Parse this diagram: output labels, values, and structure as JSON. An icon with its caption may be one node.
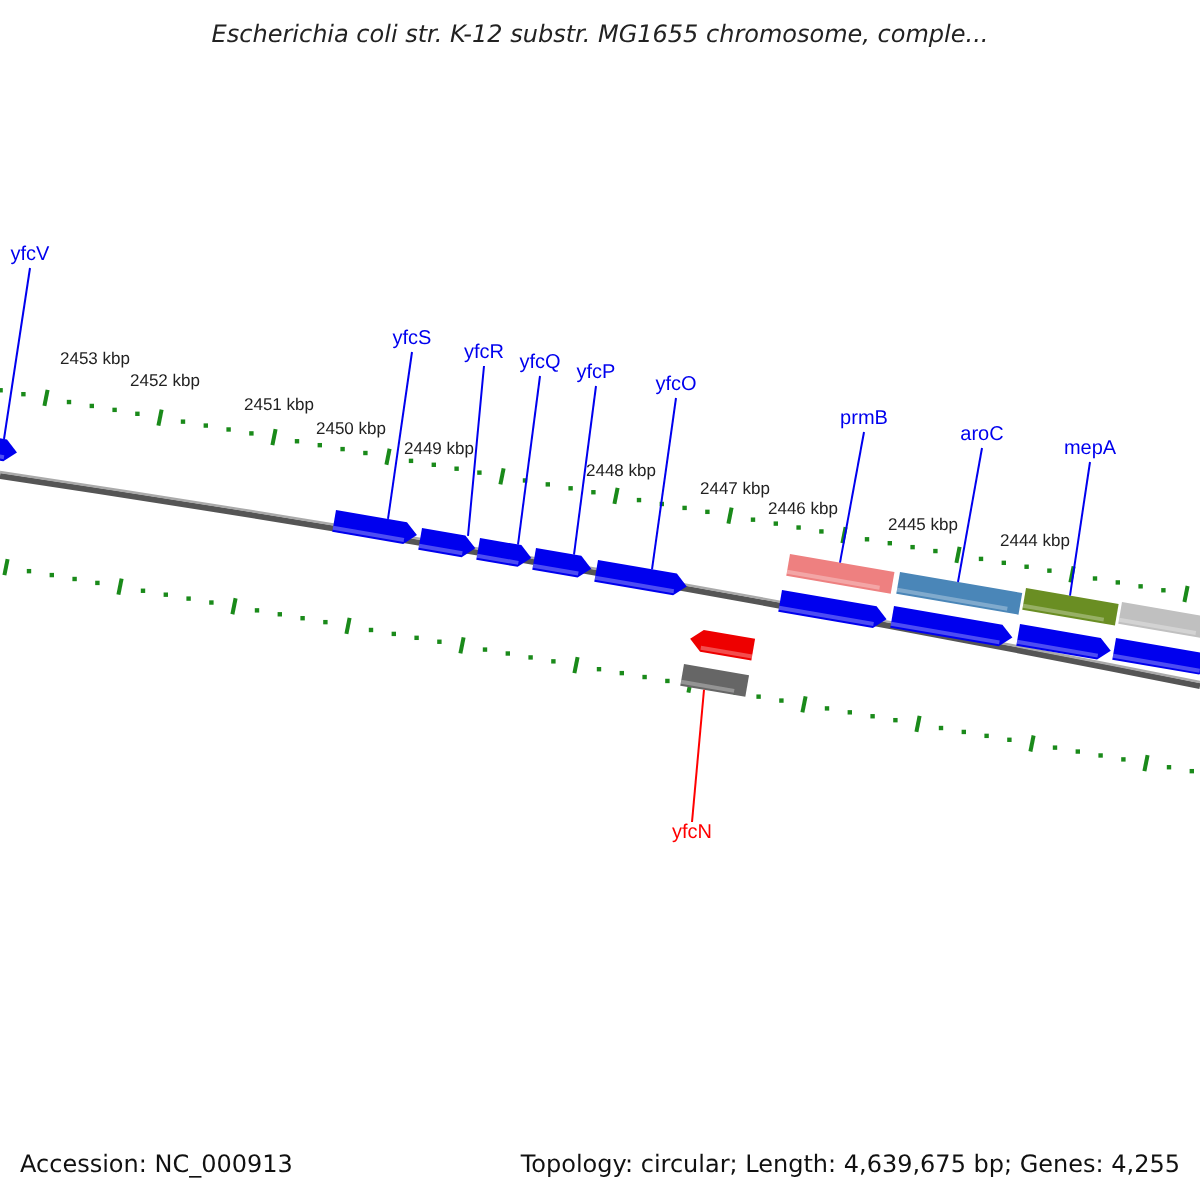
{
  "diagram": {
    "title": "Escherichia coli str. K-12 substr. MG1655 chromosome, comple...",
    "nodes": [
      {
        "text": [
          "yfcV"
        ]
      },
      {
        "text": [
          "yfcS"
        ]
      },
      {
        "text": [
          "yfcR"
        ]
      },
      {
        "text": [
          "yfcQ"
        ]
      },
      {
        "text": [
          "yfcP"
        ]
      },
      {
        "text": [
          "yfcO"
        ]
      },
      {
        "text": [
          "prmB"
        ]
      },
      {
        "text": [
          "aroC"
        ]
      },
      {
        "text": [
          "mepA"
        ]
      },
      {
        "text": [
          "yfcN"
        ]
      },
      {
        "text": [],
        "shape": "pentagon"
      },
      {
        "text": [],
        "shape": "pentagon"
      },
      {
        "text": [],
        "shape": "pentagon"
      },
      {
        "text": [],
        "shape": "pentagon"
      },
      {
        "text": [],
        "shape": "pentagon"
      },
      {
        "text": [],
        "shape": "pentagon"
      },
      {
        "text": [],
        "shape": "bar"
      },
      {
        "text": [],
        "shape": "bar"
      },
      {
        "text": [],
        "shape": "bar"
      },
      {
        "text": [],
        "shape": "bar"
      },
      {
        "text": [],
        "shape": "pentagon"
      },
      {
        "text": [],
        "shape": "pentagon"
      },
      {
        "text": [],
        "shape": "pentagon"
      },
      {
        "text": [],
        "shape": "pentagon"
      },
      {
        "text": [],
        "shape": "bar"
      },
      {
        "text": [],
        "shape": "pentagon"
      }
    ],
    "edges": [
      {
        "from": 0,
        "to": 10,
        "arrow": "none"
      },
      {
        "from": 1,
        "to": 11,
        "arrow": "none"
      },
      {
        "from": 2,
        "to": 12,
        "arrow": "none"
      },
      {
        "from": 3,
        "to": 13,
        "arrow": "none"
      },
      {
        "from": 4,
        "to": 14,
        "arrow": "none"
      },
      {
        "from": 5,
        "to": 15,
        "arrow": "none"
      },
      {
        "from": 6,
        "to": 16,
        "arrow": "none"
      },
      {
        "from": 7,
        "to": 17,
        "arrow": "none"
      },
      {
        "from": 8,
        "to": 18,
        "arrow": "none"
      },
      {
        "from": 9,
        "to": 19,
        "arrow": "none",
        "color": "#ff0000"
      }
    ],
    "labels": [
      "2453 kbp",
      "2452 kbp",
      "2451 kbp",
      "2450 kbp",
      "2449 kbp",
      "2448 kbp",
      "2447 kbp",
      "2446 kbp",
      "2445 kbp",
      "2444 kbp",
      "Accession: NC_000913",
      "Topology: circular; Length: 4,639,675 bp; Genes: 4,255"
    ]
  }
}
